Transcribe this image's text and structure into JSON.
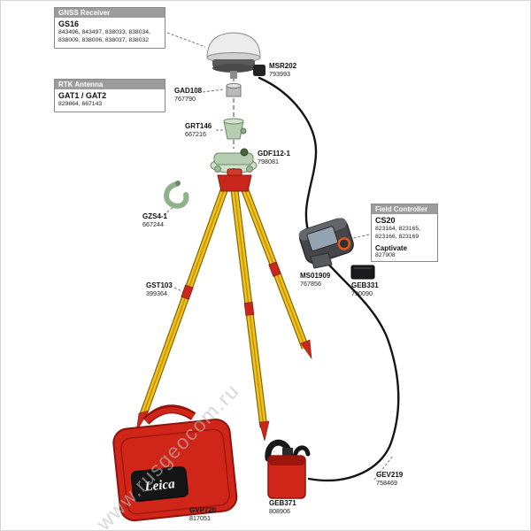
{
  "watermark": "www.rusgeocom.ru",
  "brand": {
    "case_logo": "Leica"
  },
  "boxes": {
    "gnss_receiver": {
      "header": "GNSS Receiver",
      "model": "GS16",
      "parts": "843496, 843497, 838033, 838034, 838009, 838006, 838037, 838032"
    },
    "rtk_antenna": {
      "header": "RTK Antenna",
      "model": "GAT1 / GAT2",
      "parts": "829864, 667143"
    },
    "field_controller": {
      "header": "Field Controller",
      "model": "CS20",
      "parts": "823164, 823165, 823166, 823169",
      "software": "Captivate",
      "software_part": "827908"
    }
  },
  "labels": {
    "gad108": {
      "name": "GAD108",
      "part": "767790"
    },
    "msr202": {
      "name": "MSR202",
      "part": "793993"
    },
    "grt146": {
      "name": "GRT146",
      "part": "667216"
    },
    "gdf112_1": {
      "name": "GDF112-1",
      "part": "798081"
    },
    "gzs4_1": {
      "name": "GZS4-1",
      "part": "667244"
    },
    "gst103": {
      "name": "GST103",
      "part": "399364"
    },
    "ms01909": {
      "name": "MS01909",
      "part": "767856"
    },
    "geb331": {
      "name": "GEB331",
      "part": "790090"
    },
    "gvp720": {
      "name": "GVP720",
      "part": "817051"
    },
    "geb371": {
      "name": "GEB371",
      "part": "808906"
    },
    "gev219": {
      "name": "GEV219",
      "part": "758469"
    }
  },
  "colors": {
    "leica_red": "#d0261a",
    "tripod_yellow": "#f0c11a",
    "accessory_green": "#b7cdb1",
    "box_header_gray": "#9c9c9c",
    "cable_black": "#141414"
  }
}
